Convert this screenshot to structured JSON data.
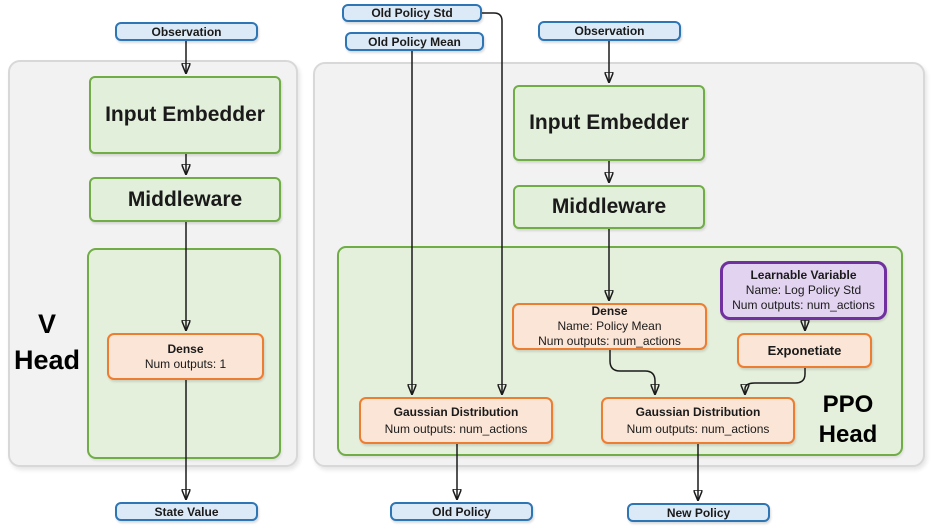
{
  "diagram": {
    "title_hint": "RL network architecture: V Head and PPO Head",
    "colors": {
      "blue_border": "#2E75B6",
      "blue_fill": "#DCEAF7",
      "green_border": "#70AD47",
      "green_fill": "#E2EFDA",
      "head_fill": "#E5F0DC",
      "panel_fill": "#F2F2F2",
      "orange_border": "#ED7D31",
      "orange_fill": "#FBE5D6",
      "purple_border": "#7030A0",
      "purple_fill": "#E2D3F0",
      "wire_color": "#1a1a1a"
    },
    "left": {
      "observation": "Observation",
      "input_embedder": "Input Embedder",
      "middleware": "Middleware",
      "dense": {
        "title": "Dense",
        "line1": "Num outputs: 1"
      },
      "head_label": {
        "line1": "V",
        "line2": "Head"
      },
      "state_value": "State Value"
    },
    "right": {
      "old_policy_std": "Old Policy Std",
      "old_policy_mean": "Old Policy Mean",
      "observation": "Observation",
      "input_embedder": "Input Embedder",
      "middleware": "Middleware",
      "dense": {
        "title": "Dense",
        "line1": "Name: Policy Mean",
        "line2": "Num outputs: num_actions"
      },
      "learnable": {
        "title": "Learnable Variable",
        "line1": "Name: Log Policy Std",
        "line2": "Num outputs: num_actions"
      },
      "exponetiate": "Exponetiate",
      "gaussian_old": {
        "title": "Gaussian Distribution",
        "line1": "Num outputs: num_actions"
      },
      "gaussian_new": {
        "title": "Gaussian Distribution",
        "line1": "Num outputs: num_actions"
      },
      "head_label": {
        "line1": "PPO",
        "line2": "Head"
      },
      "old_policy": "Old Policy",
      "new_policy": "New Policy"
    }
  }
}
